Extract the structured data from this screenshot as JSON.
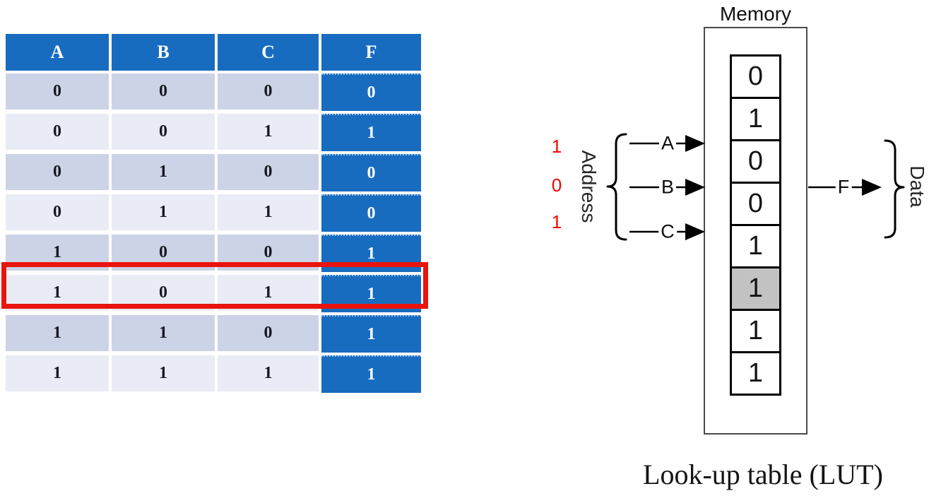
{
  "truth_table": {
    "headers": [
      "A",
      "B",
      "C",
      "F"
    ],
    "rows": [
      [
        "0",
        "0",
        "0",
        "0"
      ],
      [
        "0",
        "0",
        "1",
        "1"
      ],
      [
        "0",
        "1",
        "0",
        "0"
      ],
      [
        "0",
        "1",
        "1",
        "0"
      ],
      [
        "1",
        "0",
        "0",
        "1"
      ],
      [
        "1",
        "0",
        "1",
        "1"
      ],
      [
        "1",
        "1",
        "0",
        "1"
      ],
      [
        "1",
        "1",
        "1",
        "1"
      ]
    ],
    "highlighted_row_index": 5
  },
  "diagram": {
    "title": "Memory",
    "address_label": "Address",
    "data_label": "Data",
    "address_bits": [
      "1",
      "0",
      "1"
    ],
    "input_labels": [
      "A",
      "B",
      "C"
    ],
    "output_label": "F",
    "memory_cells": [
      "0",
      "1",
      "0",
      "0",
      "1",
      "1",
      "1",
      "1"
    ],
    "highlighted_cell_index": 5
  },
  "caption": "Look-up table (LUT)",
  "colors": {
    "accent_blue": "#186cc0",
    "row_dark": "#ccd3e6",
    "row_light": "#e9ecf4",
    "highlight_red": "#e9140c",
    "address_bit_red": "#f50400",
    "memory_highlight_gray": "#c2c2c2"
  }
}
